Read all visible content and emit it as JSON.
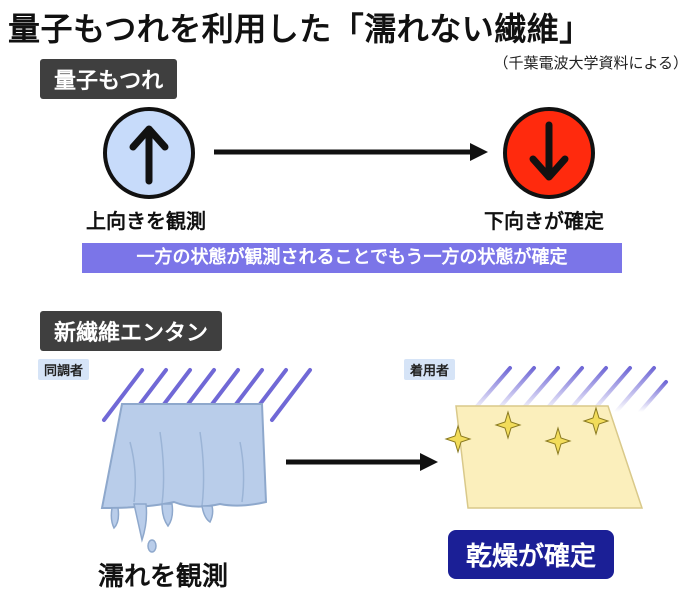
{
  "title": "量子もつれを利用した「濡れない繊維」",
  "source": "（千葉電波大学資料による）",
  "section1": {
    "label": "量子もつれ",
    "left_state": {
      "label": "上向きを観測",
      "color": "#c7dbfa",
      "arrow": "up-arrow-icon"
    },
    "right_state": {
      "label": "下向きが確定",
      "color": "#ff2a0d",
      "arrow": "down-arrow-icon"
    },
    "statement": "一方の状態が観測されることでもう一方の状態が確定"
  },
  "section2": {
    "label": "新繊維エンタン",
    "left_person": "同調者",
    "right_person": "着用者",
    "left_result": "濡れを観測",
    "right_result": "乾燥が確定",
    "wet_fabric_color": "#b9cdea",
    "dry_fabric_color": "#fbefbc",
    "rain_color": "#7068d6",
    "sparkle_color": "#f2dc5a"
  }
}
